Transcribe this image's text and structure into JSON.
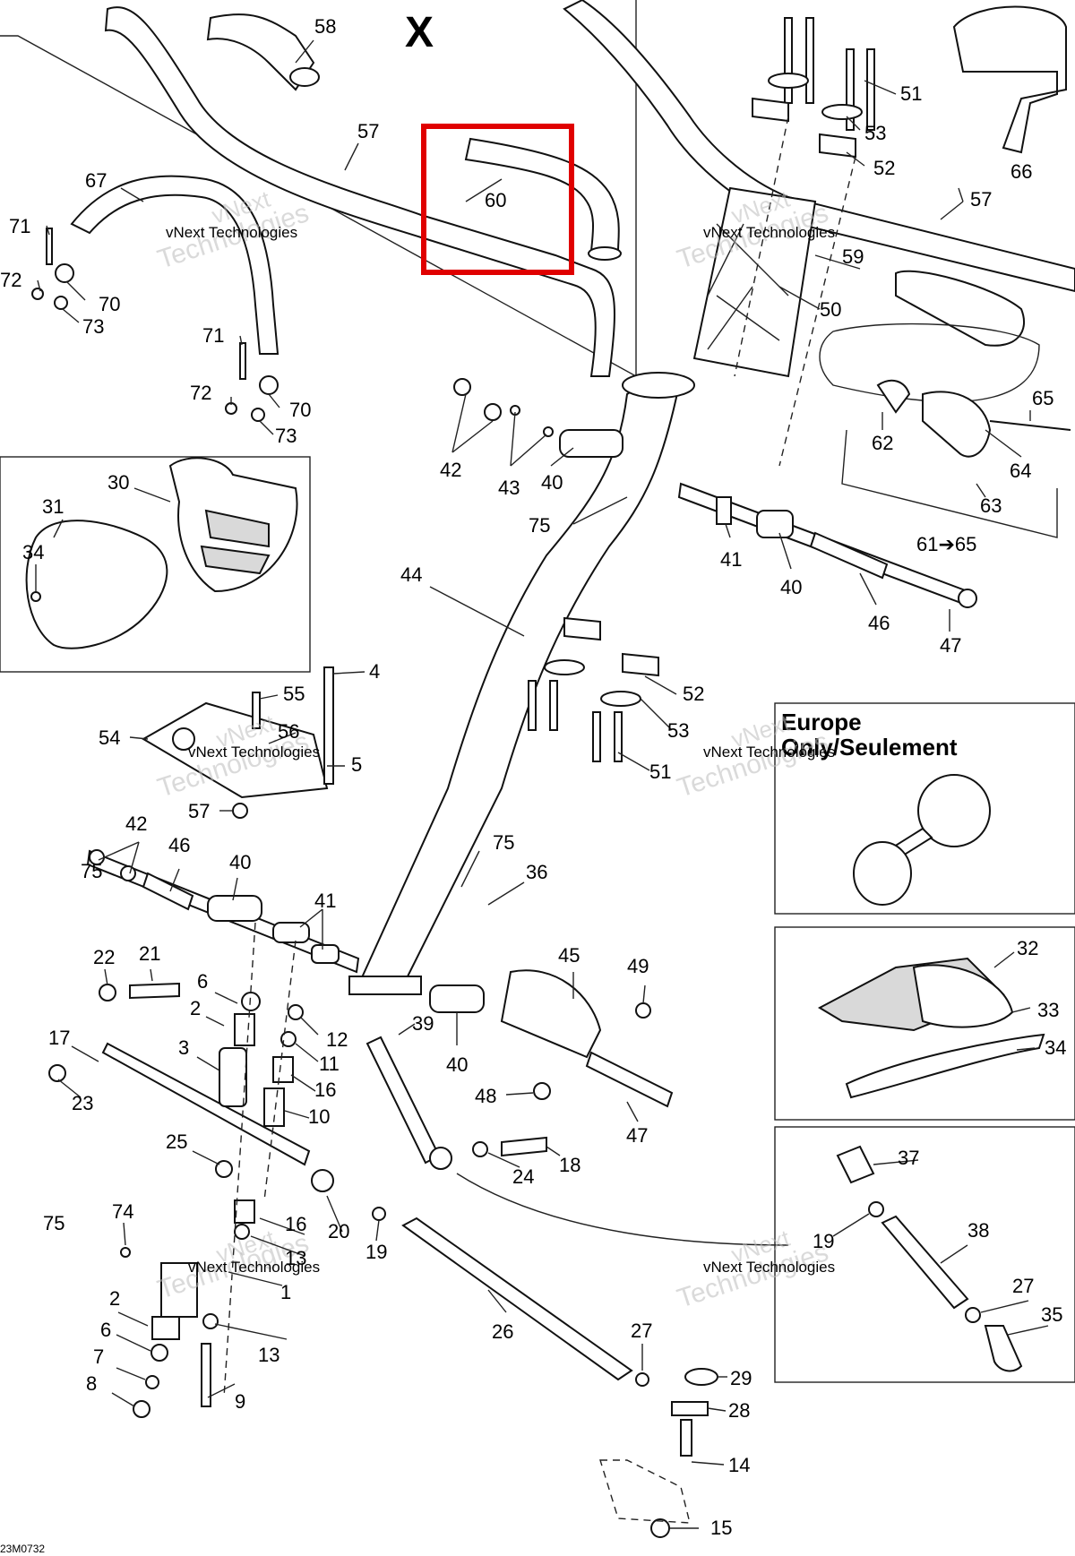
{
  "diagram_code": "23M0732",
  "detail_marker": "X",
  "europe_note_line1": "Europe",
  "europe_note_line2": "Only/Seulement",
  "watermark_line1": "vNext Technologies",
  "watermark_line2": "Technologies",
  "watermark_line3": "vNext",
  "highlight_color": "#e00000",
  "callouts": [
    {
      "id": "c58",
      "label": "58"
    },
    {
      "id": "c57a",
      "label": "57"
    },
    {
      "id": "c60",
      "label": "60"
    },
    {
      "id": "c67",
      "label": "67"
    },
    {
      "id": "c71a",
      "label": "71"
    },
    {
      "id": "c72a",
      "label": "72"
    },
    {
      "id": "c70a",
      "label": "70"
    },
    {
      "id": "c73a",
      "label": "73"
    },
    {
      "id": "c71b",
      "label": "71"
    },
    {
      "id": "c72b",
      "label": "72"
    },
    {
      "id": "c70b",
      "label": "70"
    },
    {
      "id": "c73b",
      "label": "73"
    },
    {
      "id": "c51a",
      "label": "51"
    },
    {
      "id": "c53a",
      "label": "53"
    },
    {
      "id": "c52a",
      "label": "52"
    },
    {
      "id": "c66",
      "label": "66"
    },
    {
      "id": "c57b",
      "label": "57"
    },
    {
      "id": "c59",
      "label": "59"
    },
    {
      "id": "c50",
      "label": "50"
    },
    {
      "id": "c65",
      "label": "65"
    },
    {
      "id": "c62",
      "label": "62"
    },
    {
      "id": "c64",
      "label": "64"
    },
    {
      "id": "c63",
      "label": "63"
    },
    {
      "id": "c6165",
      "label": "61➔65"
    },
    {
      "id": "c42a",
      "label": "42"
    },
    {
      "id": "c43",
      "label": "43"
    },
    {
      "id": "c40a",
      "label": "40"
    },
    {
      "id": "c75a",
      "label": "75"
    },
    {
      "id": "c41a",
      "label": "41"
    },
    {
      "id": "c40b",
      "label": "40"
    },
    {
      "id": "c46a",
      "label": "46"
    },
    {
      "id": "c47a",
      "label": "47"
    },
    {
      "id": "c30",
      "label": "30"
    },
    {
      "id": "c31",
      "label": "31"
    },
    {
      "id": "c34a",
      "label": "34"
    },
    {
      "id": "c44",
      "label": "44"
    },
    {
      "id": "c4",
      "label": "4"
    },
    {
      "id": "c55",
      "label": "55"
    },
    {
      "id": "c56",
      "label": "56"
    },
    {
      "id": "c54",
      "label": "54"
    },
    {
      "id": "c5",
      "label": "5"
    },
    {
      "id": "c57c",
      "label": "57"
    },
    {
      "id": "c52b",
      "label": "52"
    },
    {
      "id": "c53b",
      "label": "53"
    },
    {
      "id": "c51b",
      "label": "51"
    },
    {
      "id": "c75b",
      "label": "75"
    },
    {
      "id": "c42b",
      "label": "42"
    },
    {
      "id": "c46b",
      "label": "46"
    },
    {
      "id": "c40c",
      "label": "40"
    },
    {
      "id": "c41b",
      "label": "41"
    },
    {
      "id": "c75c",
      "label": "75"
    },
    {
      "id": "c36",
      "label": "36"
    },
    {
      "id": "c22",
      "label": "22"
    },
    {
      "id": "c21",
      "label": "21"
    },
    {
      "id": "c6a",
      "label": "6"
    },
    {
      "id": "c2a",
      "label": "2"
    },
    {
      "id": "c12",
      "label": "12"
    },
    {
      "id": "c11",
      "label": "11"
    },
    {
      "id": "c17",
      "label": "17"
    },
    {
      "id": "c3",
      "label": "3"
    },
    {
      "id": "c16a",
      "label": "16"
    },
    {
      "id": "c23",
      "label": "23"
    },
    {
      "id": "c10",
      "label": "10"
    },
    {
      "id": "c45",
      "label": "45"
    },
    {
      "id": "c49",
      "label": "49"
    },
    {
      "id": "c39",
      "label": "39"
    },
    {
      "id": "c40d",
      "label": "40"
    },
    {
      "id": "c48",
      "label": "48"
    },
    {
      "id": "c47b",
      "label": "47"
    },
    {
      "id": "c32",
      "label": "32"
    },
    {
      "id": "c33",
      "label": "33"
    },
    {
      "id": "c34b",
      "label": "34"
    },
    {
      "id": "c25",
      "label": "25"
    },
    {
      "id": "c24",
      "label": "24"
    },
    {
      "id": "c18",
      "label": "18"
    },
    {
      "id": "c16b",
      "label": "16"
    },
    {
      "id": "c20",
      "label": "20"
    },
    {
      "id": "c19a",
      "label": "19"
    },
    {
      "id": "c13a",
      "label": "13"
    },
    {
      "id": "c1",
      "label": "1"
    },
    {
      "id": "c74",
      "label": "74"
    },
    {
      "id": "c75d",
      "label": "75"
    },
    {
      "id": "c37",
      "label": "37"
    },
    {
      "id": "c19b",
      "label": "19"
    },
    {
      "id": "c38",
      "label": "38"
    },
    {
      "id": "c27a",
      "label": "27"
    },
    {
      "id": "c35",
      "label": "35"
    },
    {
      "id": "c2b",
      "label": "2"
    },
    {
      "id": "c6b",
      "label": "6"
    },
    {
      "id": "c13b",
      "label": "13"
    },
    {
      "id": "c7",
      "label": "7"
    },
    {
      "id": "c8",
      "label": "8"
    },
    {
      "id": "c9",
      "label": "9"
    },
    {
      "id": "c26",
      "label": "26"
    },
    {
      "id": "c27b",
      "label": "27"
    },
    {
      "id": "c29",
      "label": "29"
    },
    {
      "id": "c28",
      "label": "28"
    },
    {
      "id": "c14",
      "label": "14"
    },
    {
      "id": "c15",
      "label": "15"
    }
  ]
}
